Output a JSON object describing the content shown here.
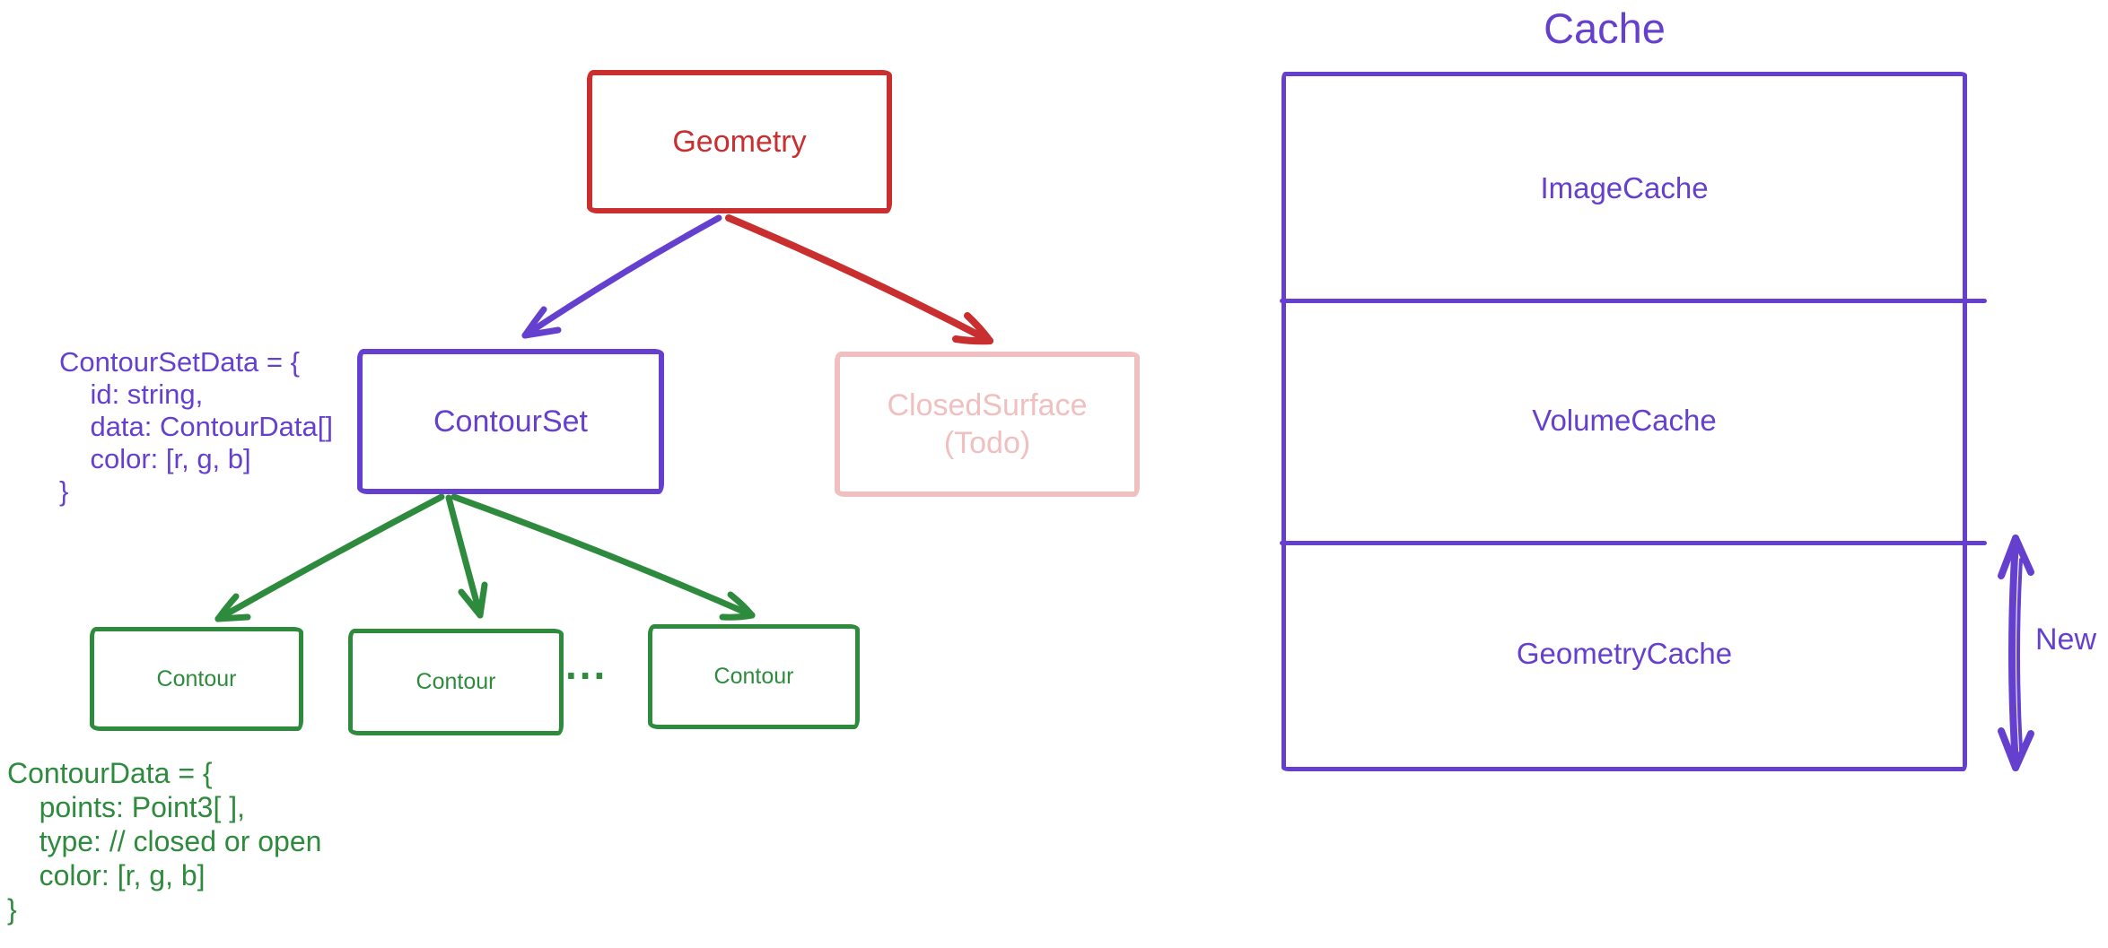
{
  "colors": {
    "red": "#c92f2f",
    "purple": "#6540cf",
    "green": "#2e8b3d",
    "pink": "#f0bfbf",
    "background": "#ffffff"
  },
  "left_tree": {
    "geometry_label": "Geometry",
    "contourset_label": "ContourSet",
    "closedsurface_label_line1": "ClosedSurface",
    "closedsurface_label_line2": "(Todo)",
    "contour_labels": [
      "Contour",
      "Contour",
      "Contour"
    ],
    "ellipsis": "...",
    "contourset_data_code": {
      "lines": [
        "ContourSetData = {",
        "    id: string,",
        "    data: ContourData[]",
        "    color: [r, g, b]",
        "}"
      ]
    },
    "contour_data_code": {
      "lines": [
        "ContourData = {",
        "    points: Point3[ ],",
        "    type: // closed or open",
        "    color: [r, g, b]",
        "}"
      ]
    }
  },
  "cache": {
    "title": "Cache",
    "sections": [
      {
        "label": "ImageCache"
      },
      {
        "label": "VolumeCache"
      },
      {
        "label": "GeometryCache"
      }
    ],
    "new_label": "New"
  }
}
